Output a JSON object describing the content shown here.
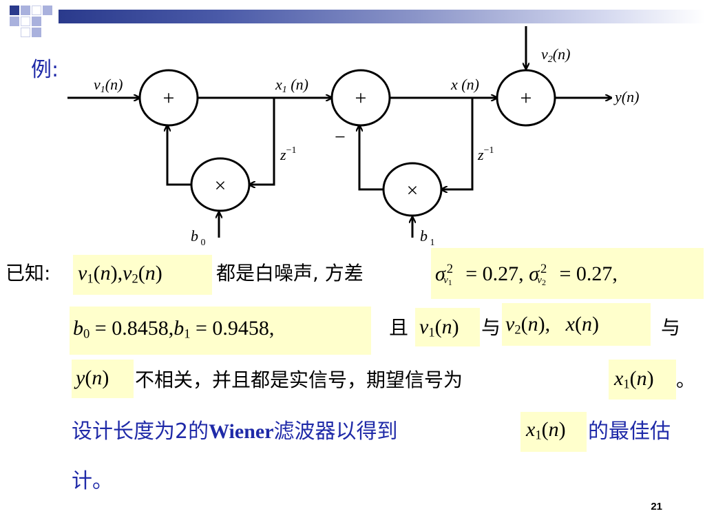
{
  "header": {
    "example_label": "例:"
  },
  "diagram": {
    "signals": {
      "v1": "v1(n)",
      "x1": "x1(n)",
      "x": "x (n)",
      "v2": "v2(n)",
      "y": "y(n)",
      "b0": "b 0",
      "b1": "b 1",
      "z_left": "z−1",
      "z_right": "z−1",
      "minus": "−"
    },
    "adders": [
      "+",
      "+",
      "+"
    ],
    "multipliers": [
      "×",
      "×"
    ]
  },
  "body": {
    "line1": {
      "prefix": "已知:",
      "formula1": "v1(n),v2(n)",
      "mid": "都是白噪声, 方差",
      "formula2": "σ²v1 = 0.27, σ²v2 = 0.27,"
    },
    "line2": {
      "formula1": "b0 = 0.8458, b1 = 0.9458,",
      "mid1": "且",
      "formula2": "v1(n)",
      "mid2": "与",
      "formula3": "v2(n),   x(n)",
      "suffix": "与"
    },
    "line3": {
      "formula1": "y(n)",
      "text": "不相关，并且都是实信号，期望信号为",
      "formula2": "x1(n)",
      "end": "。"
    },
    "line4": {
      "text1": "设计长度为2的",
      "bold": "Wiener",
      "text2": "滤波器以得到",
      "formula": "x1(n)",
      "text3": "的最佳估"
    },
    "line5": {
      "text": "计。"
    }
  },
  "footer": {
    "page_number": "21"
  }
}
